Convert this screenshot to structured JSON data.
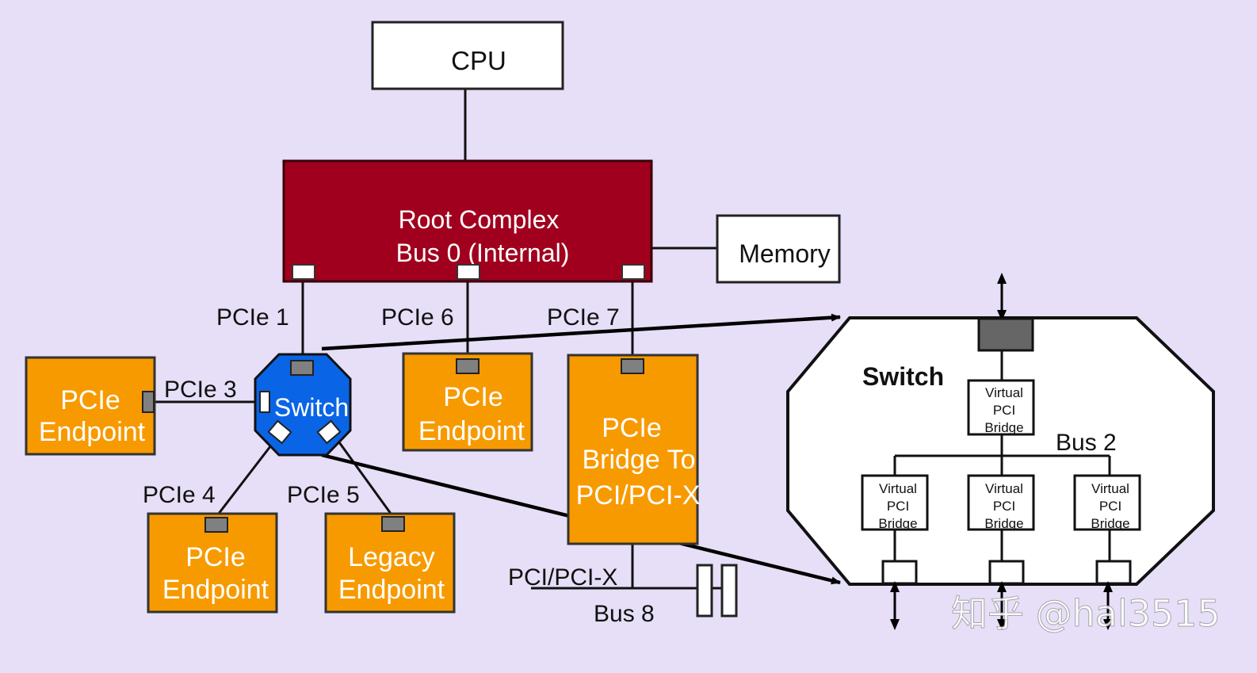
{
  "cpu": {
    "label": "CPU"
  },
  "root_complex": {
    "line1": "Root Complex",
    "line2": "Bus 0 (Internal)"
  },
  "memory": {
    "label": "Memory"
  },
  "links": {
    "pcie1": "PCIe 1",
    "pcie3": "PCIe 3",
    "pcie4": "PCIe 4",
    "pcie5": "PCIe 5",
    "pcie6": "PCIe 6",
    "pcie7": "PCIe 7"
  },
  "switch_small": {
    "label": "Switch"
  },
  "endpoints": {
    "left": {
      "line1": "PCIe",
      "line2": "Endpoint"
    },
    "mid": {
      "line1": "PCIe",
      "line2": "Endpoint"
    },
    "bottom": {
      "line1": "PCIe",
      "line2": "Endpoint"
    },
    "legacy": {
      "line1": "Legacy",
      "line2": "Endpoint"
    }
  },
  "bridge": {
    "line1": "PCIe",
    "line2": "Bridge To",
    "line3": "PCI/PCI-X"
  },
  "pci_bus": {
    "label": "PCI/PCI-X",
    "bus": "Bus 8"
  },
  "switch_detail": {
    "title": "Switch",
    "bus_label": "Bus 2",
    "vpb": {
      "line1": "Virtual",
      "line2": "PCI",
      "line3": "Bridge"
    }
  },
  "watermark": "知乎 @hal3515",
  "colors": {
    "background": "#e6dff7",
    "root_complex": "#a0001e",
    "endpoint": "#f79a00",
    "switch": "#0a64e6",
    "port": "#808080"
  }
}
